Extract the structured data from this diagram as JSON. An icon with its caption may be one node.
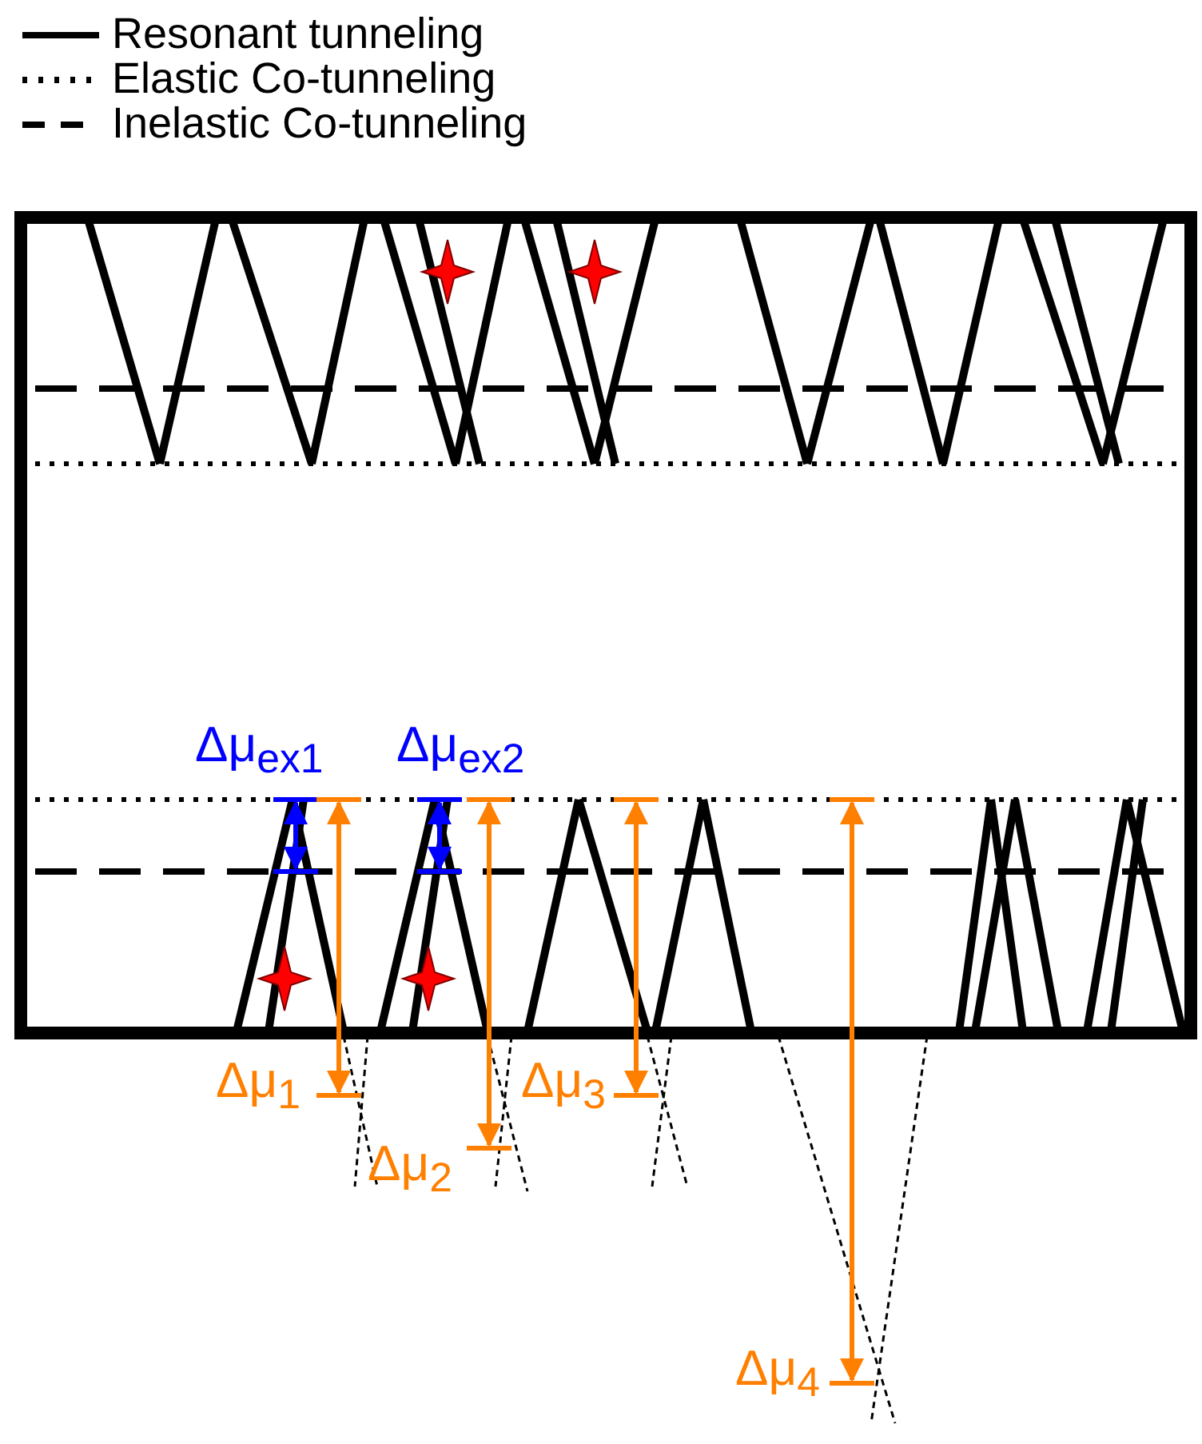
{
  "diagram": {
    "labels": [
      "Δμ$_{ex1}$",
      "Δμ$_{ex2}$",
      "Δμ$_{1}$",
      "Δμ$_{2}$",
      "Δμ$_{3}$",
      "Δμ$_{4}$"
    ],
    "legend": [
      {
        "text": "Resonant tunneling"
      },
      {
        "text": "Elastic Co-tunneling"
      },
      {
        "text": "Inelastic Co-tunneling"
      }
    ]
  }
}
